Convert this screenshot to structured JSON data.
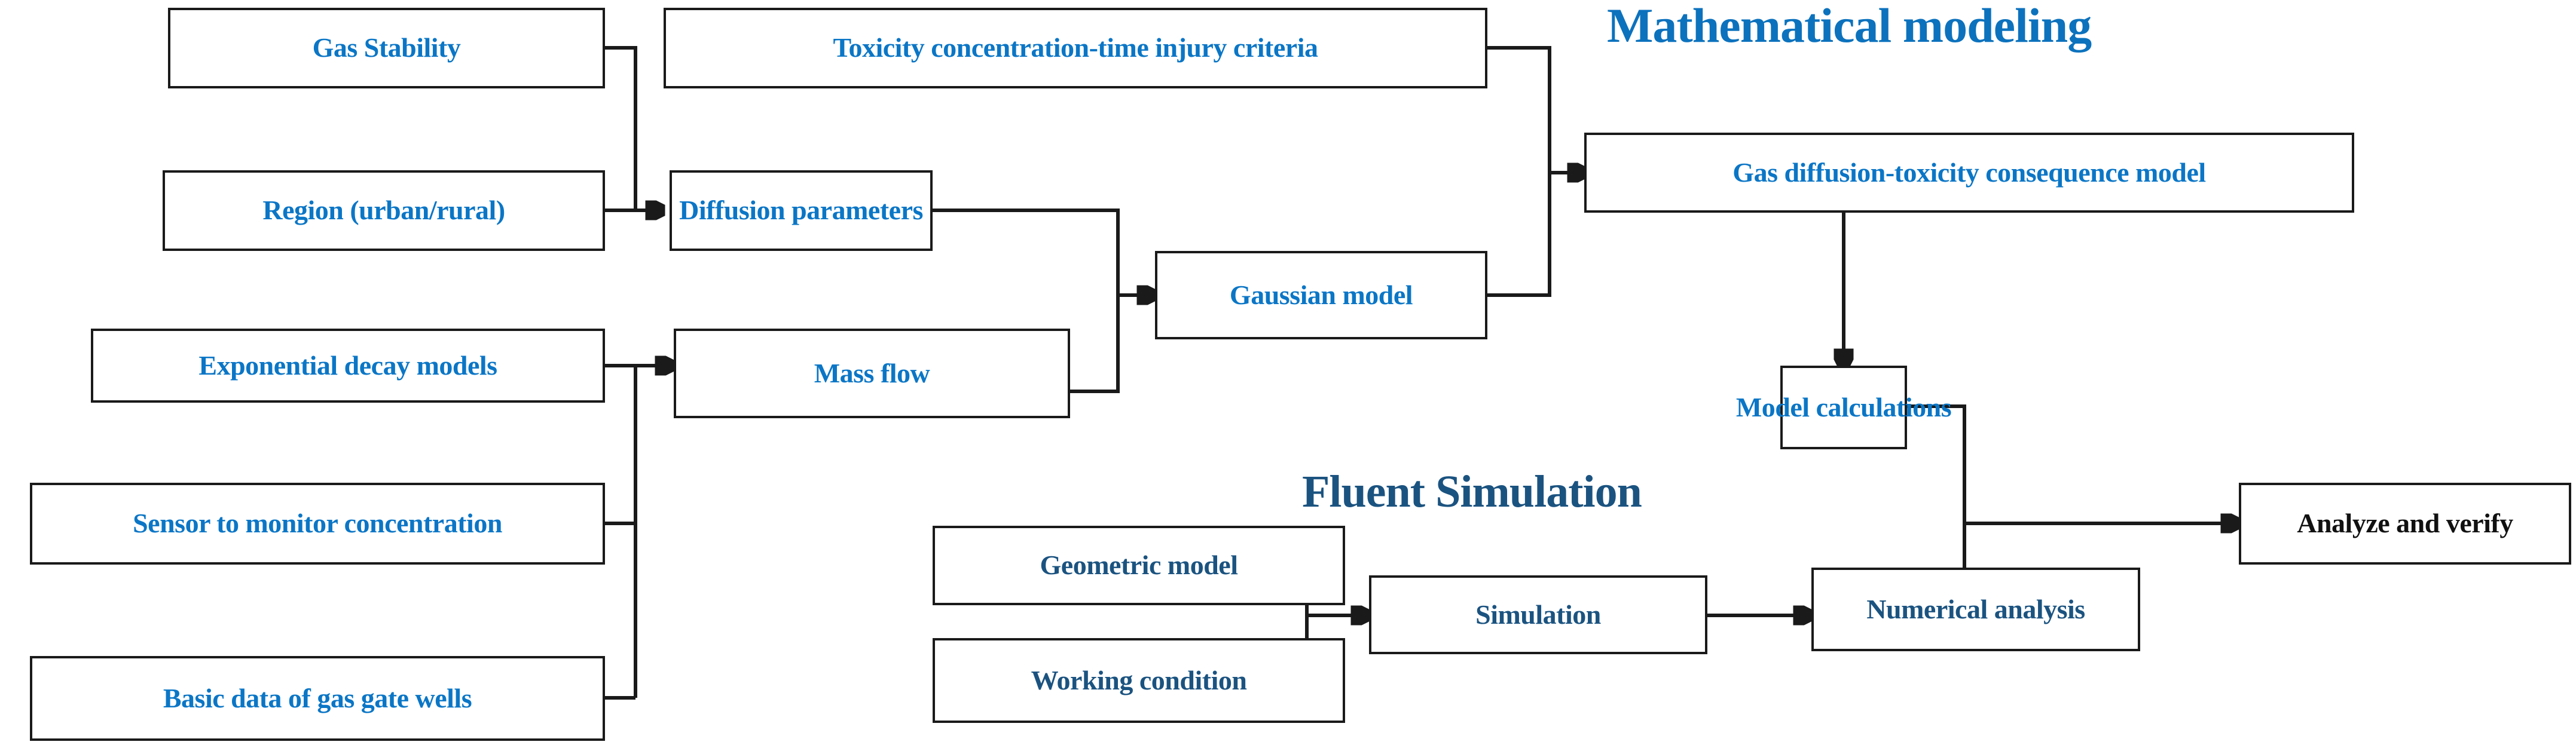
{
  "diagram": {
    "title_math": "Mathematical modeling",
    "title_fluent": "Fluent Simulation",
    "colors": {
      "blue": "#0b76c6",
      "navy": "#1b5380",
      "black": "#111111",
      "stroke": "#1a1a1a",
      "background": "#ffffff"
    },
    "nodes": {
      "gas_stability": "Gas Stability",
      "toxicity_criteria": "Toxicity concentration-time injury criteria",
      "region": "Region (urban/rural)",
      "diffusion_parameters": "Diffusion parameters",
      "gas_diffusion_model": "Gas diffusion-toxicity consequence model",
      "gaussian_model": "Gaussian model",
      "exponential_decay": "Exponential decay models",
      "mass_flow": "Mass flow",
      "model_calculations": "Model calculations",
      "sensor_concentration": "Sensor to monitor concentration",
      "geometric_model": "Geometric model",
      "analyze_verify": "Analyze and verify",
      "numerical_analysis": "Numerical analysis",
      "simulation": "Simulation",
      "basic_data_wells": "Basic data of gas gate wells",
      "working_condition": "Working condition"
    },
    "edges": [
      {
        "from": "gas_stability",
        "to": "diffusion_parameters"
      },
      {
        "from": "region",
        "to": "diffusion_parameters"
      },
      {
        "from": "exponential_decay",
        "to": "mass_flow"
      },
      {
        "from": "sensor_concentration",
        "to": "mass_flow"
      },
      {
        "from": "basic_data_wells",
        "to": "mass_flow"
      },
      {
        "from": "diffusion_parameters",
        "to": "gaussian_model"
      },
      {
        "from": "mass_flow",
        "to": "gaussian_model"
      },
      {
        "from": "toxicity_criteria",
        "to": "gas_diffusion_model"
      },
      {
        "from": "gaussian_model",
        "to": "gas_diffusion_model"
      },
      {
        "from": "gas_diffusion_model",
        "to": "model_calculations"
      },
      {
        "from": "model_calculations",
        "to": "analyze_verify"
      },
      {
        "from": "numerical_analysis",
        "to": "analyze_verify"
      },
      {
        "from": "geometric_model",
        "to": "simulation"
      },
      {
        "from": "working_condition",
        "to": "simulation"
      },
      {
        "from": "simulation",
        "to": "numerical_analysis"
      }
    ]
  }
}
